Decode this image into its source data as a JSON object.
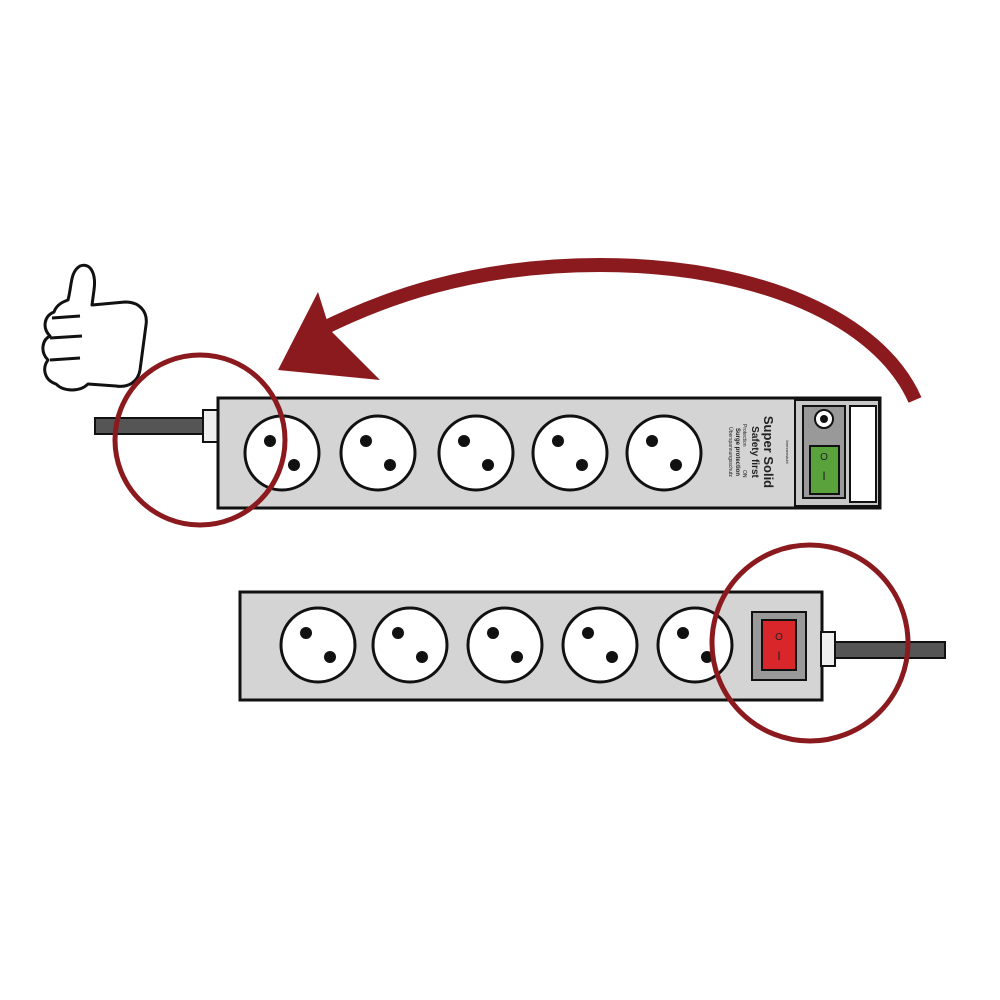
{
  "top_strip": {
    "brand": "brennenstuhl",
    "title": "Super Solid",
    "subtitle": "Safety first",
    "protection": "Protection",
    "surge": "Surge protection",
    "on": "ON",
    "surge_de": "Überspannungsschutz",
    "switch_on": "I",
    "switch_off": "O"
  },
  "bottom_strip": {
    "switch_on": "I",
    "switch_off": "O"
  },
  "colors": {
    "accent": "#8b1a1f",
    "strip": "#d4d4d4",
    "green_switch": "#5aa33c",
    "red_switch": "#d8262a"
  }
}
